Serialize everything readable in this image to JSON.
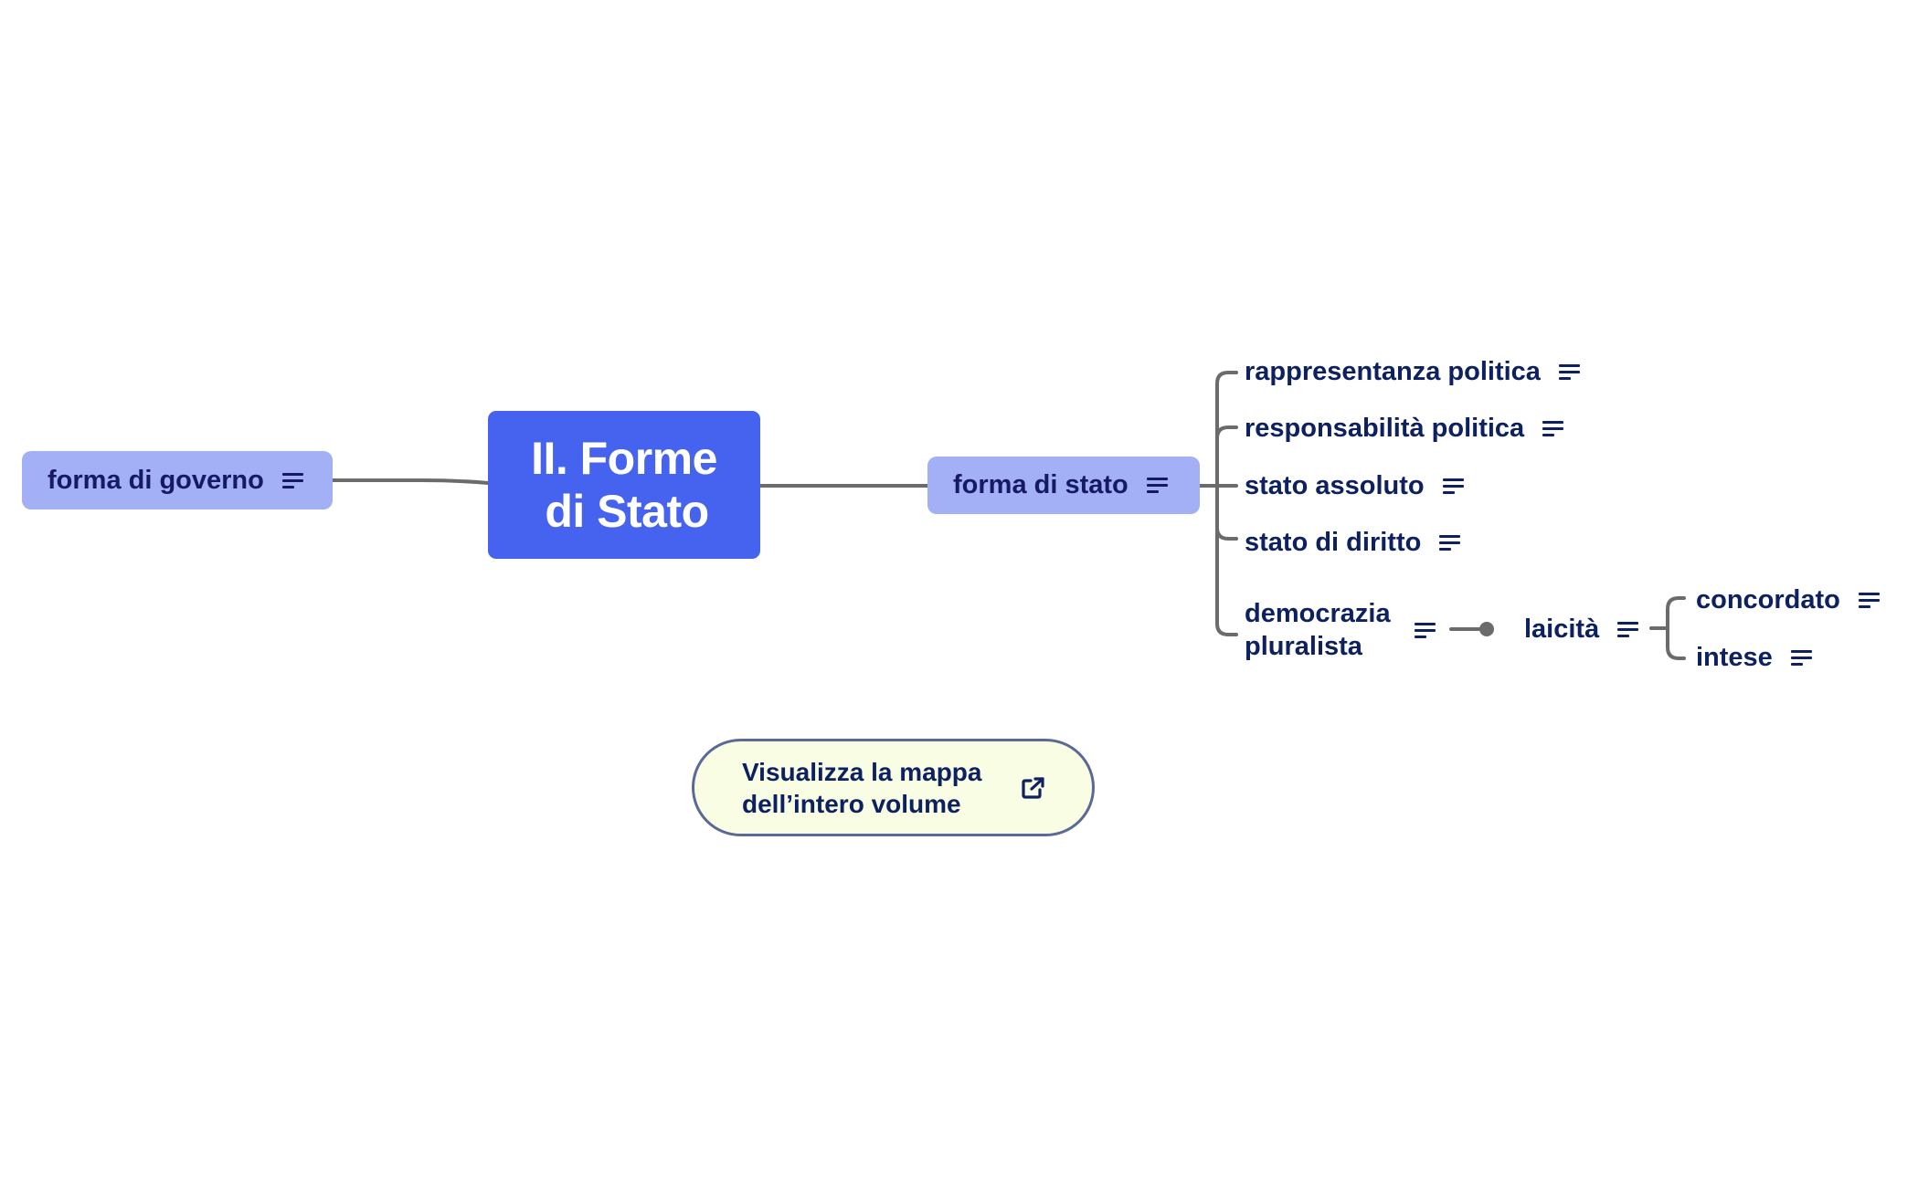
{
  "map": {
    "central_topic": {
      "line1": "II. Forme",
      "line2": "di Stato"
    },
    "left_branch": {
      "label": "forma di governo",
      "has_note": true
    },
    "right_branch": {
      "label": "forma di stato",
      "has_note": true,
      "children": [
        {
          "label": "rappresentanza politica",
          "has_note": true
        },
        {
          "label": "responsabilità politica",
          "has_note": true
        },
        {
          "label": "stato assoluto",
          "has_note": true
        },
        {
          "label": "stato di diritto",
          "has_note": true
        },
        {
          "label_line1": "democrazia",
          "label_line2": "pluralista",
          "has_note": true,
          "linked_topic": {
            "label": "laicità",
            "has_note": true,
            "children": [
              {
                "label": "concordato",
                "has_note": true
              },
              {
                "label": "intese",
                "has_note": true
              }
            ]
          }
        }
      ]
    }
  },
  "volume_button": {
    "line1": "Visualizza la mappa",
    "line2": "dell’intero volume",
    "icon": "external-link-icon"
  },
  "colors": {
    "central_fill": "#4563ef",
    "topic_fill": "#a3b0f5",
    "text_navy": "#0d2060",
    "connector": "#6b6b6b",
    "button_fill": "#f8fde3",
    "button_border": "#5b6a94"
  }
}
